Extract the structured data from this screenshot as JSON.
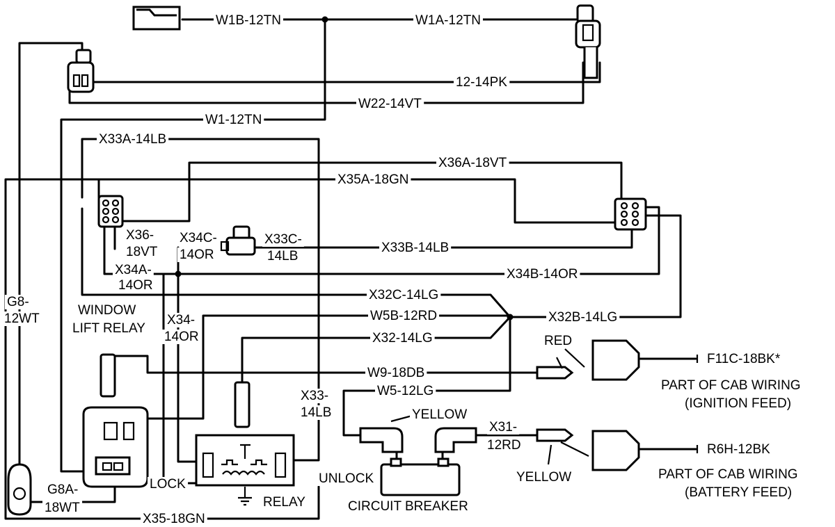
{
  "wires": {
    "w1b_12tn": "W1B-12TN",
    "w1a_12tn": "W1A-12TN",
    "w12_14pk": "12-14PK",
    "w22_14vt": "W22-14VT",
    "w1_12tn": "W1-12TN",
    "x33a_14lb": "X33A-14LB",
    "x36a_18vt": "X36A-18VT",
    "x35a_18gn": "X35A-18GN",
    "x36_l1": "X36-",
    "x36_l2": "18VT",
    "x34c_l1": "X34C-",
    "x34c_l2": "14OR",
    "x33c_l1": "X33C-",
    "x33c_l2": "14LB",
    "x33b_14lb": "X33B-14LB",
    "x34a_l1": "X34A-",
    "x34a_l2": "14OR",
    "x34b_14or": "X34B-14OR",
    "x32c_14lg": "X32C-14LG",
    "w5b_12rd": "W5B-12RD",
    "x32b_14lg": "X32B-14LG",
    "x34_l1": "X34-",
    "x34_l2": "14OR",
    "x32_14lg": "X32-14LG",
    "g8_l1": "G8-",
    "g8_l2": "12WT",
    "w9_18db": "W9-18DB",
    "w5_12lg": "W5-12LG",
    "x33_l1": "X33-",
    "x33_l2": "14LB",
    "x31_l1": "X31-",
    "x31_l2": "12RD",
    "g8a_l1": "G8A-",
    "g8a_l2": "18WT",
    "x35_18gn": "X35-18GN",
    "f11c_18bk": "F11C-18BK*",
    "r6h_12bk": "R6H-12BK"
  },
  "labels": {
    "window_lift_relay_l1": "WINDOW",
    "window_lift_relay_l2": "LIFT RELAY",
    "lock": "LOCK",
    "unlock": "UNLOCK",
    "relay": "RELAY",
    "circuit_breaker": "CIRCUIT BREAKER",
    "red": "RED",
    "yellow_top": "YELLOW",
    "yellow_bottom": "YELLOW",
    "ignition_l1": "PART OF CAB WIRING",
    "ignition_l2": "(IGNITION FEED)",
    "battery_l1": "PART OF CAB WIRING",
    "battery_l2": "(BATTERY FEED)"
  }
}
